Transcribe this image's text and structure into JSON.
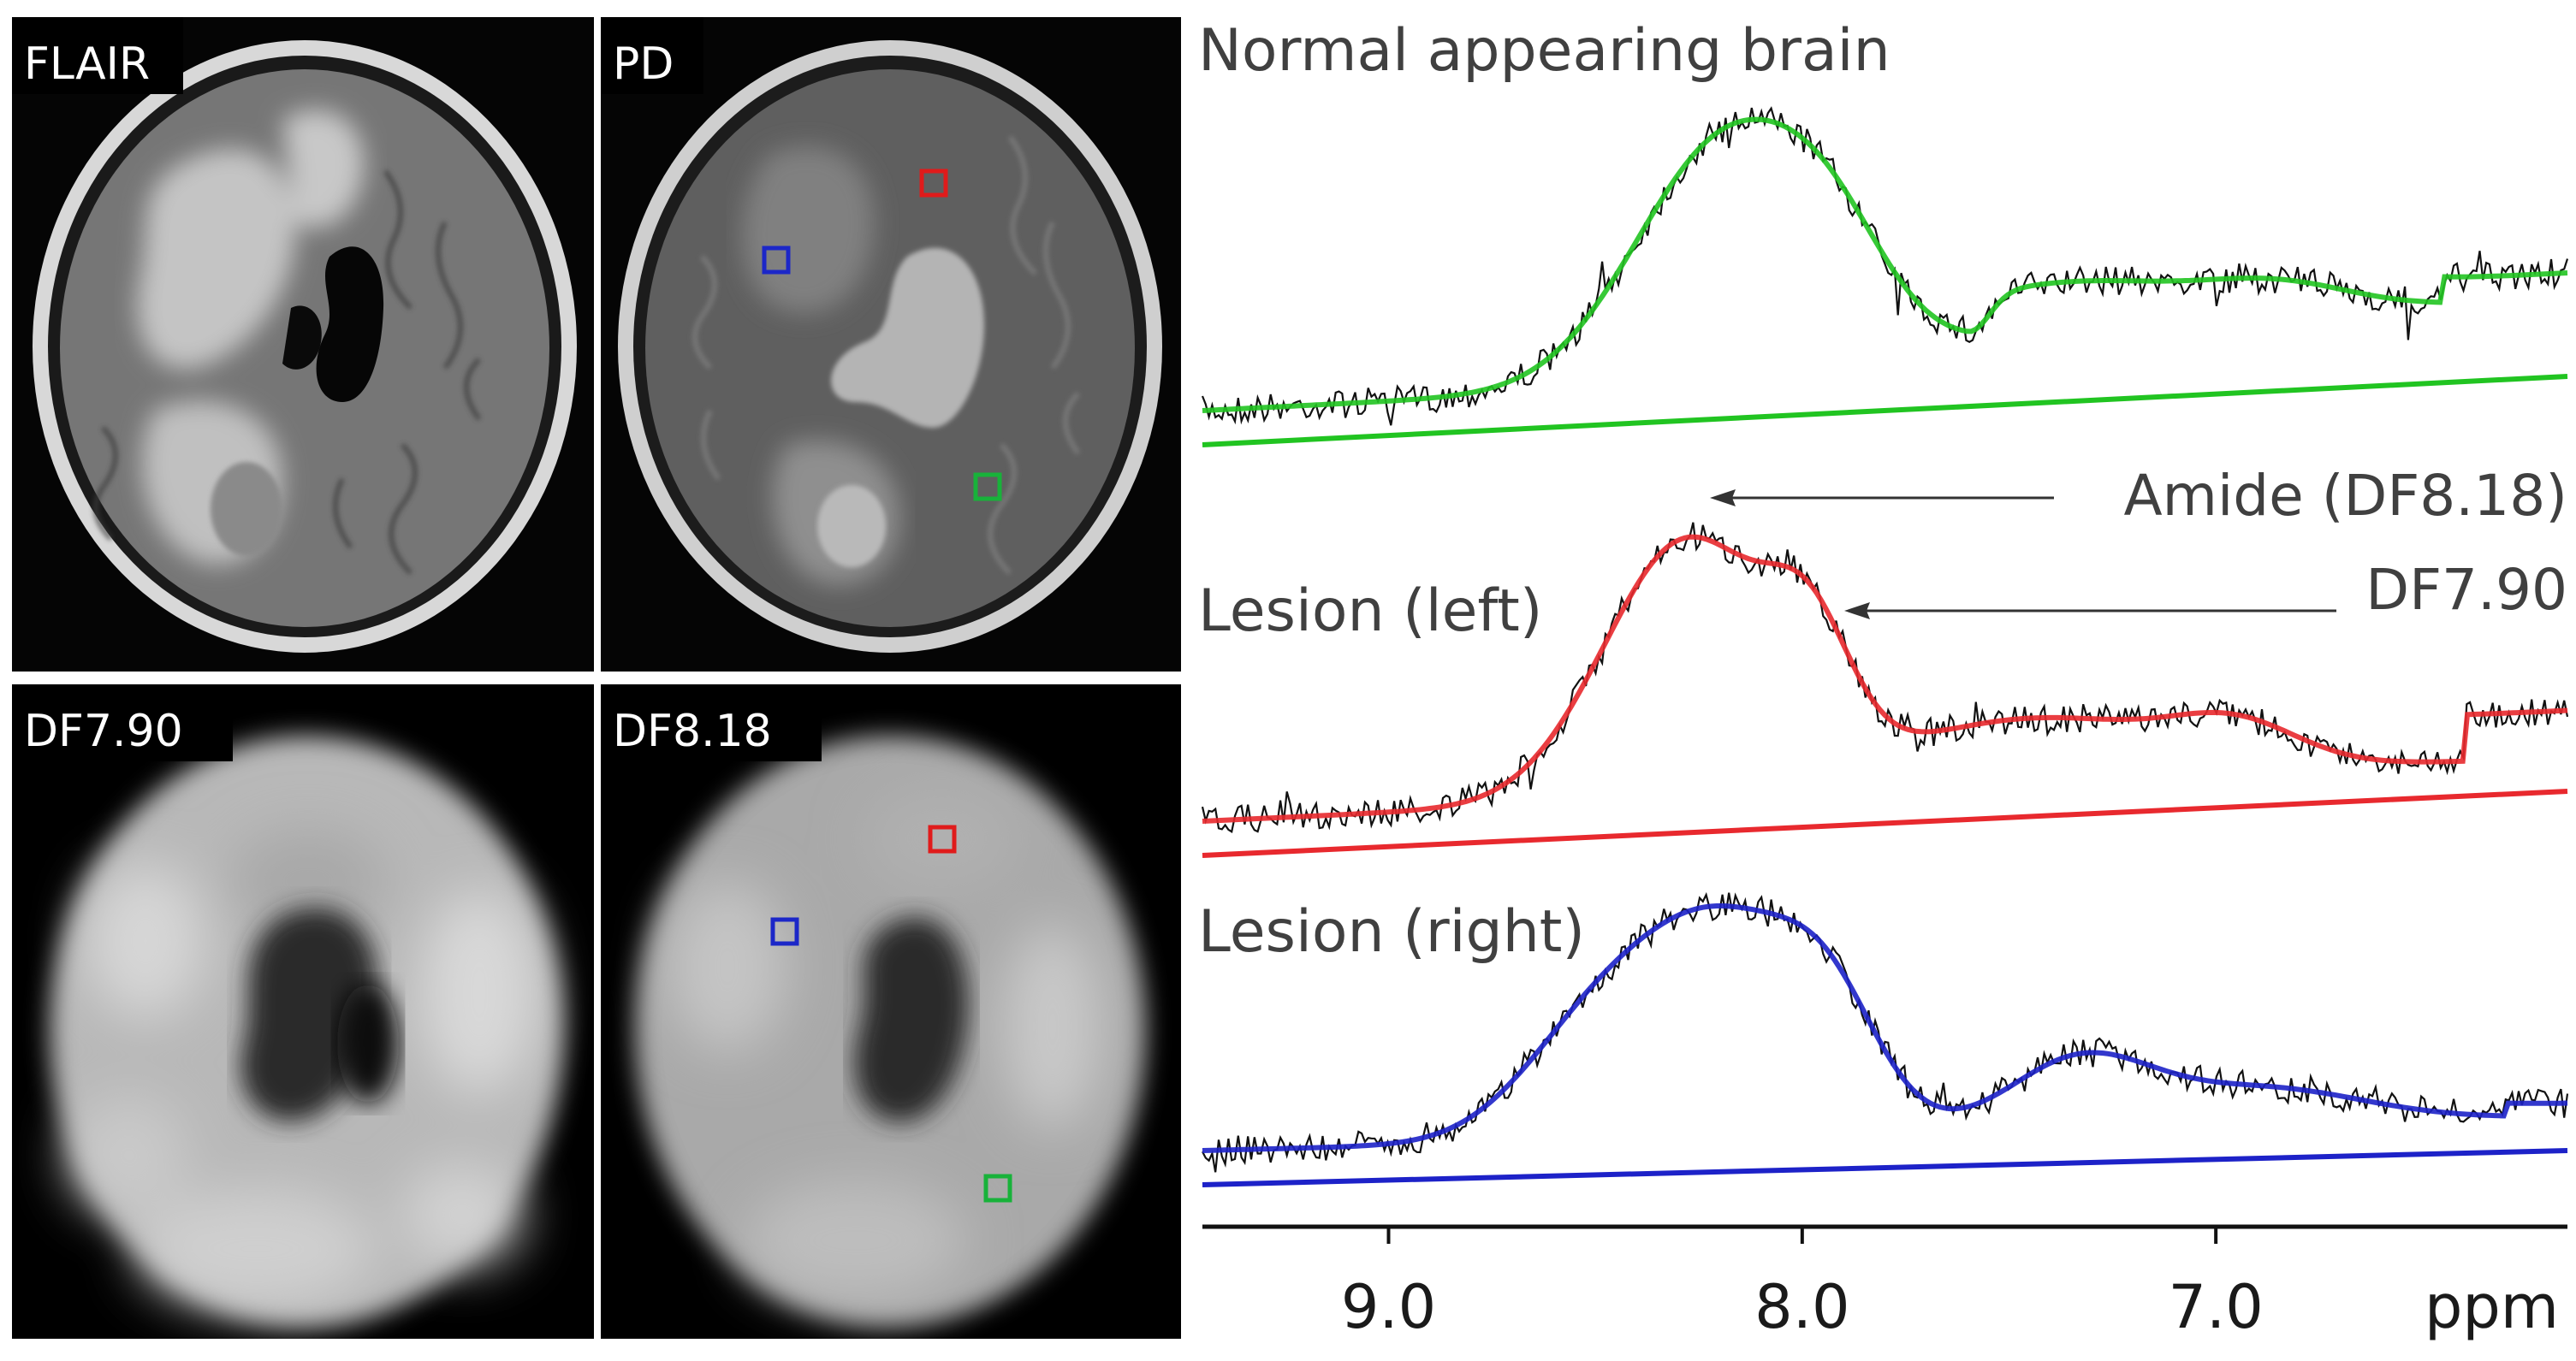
{
  "panels": {
    "flair": {
      "label": "FLAIR"
    },
    "pd": {
      "label": "PD"
    },
    "df790": {
      "label": "DF7.90"
    },
    "df818": {
      "label": "DF8.18"
    }
  },
  "roi_colors": {
    "red": "#e01b1b",
    "blue": "#1c27c8",
    "green": "#18b23a"
  },
  "spectra": {
    "normal": {
      "label": "Normal appearing brain",
      "color": "#21c421"
    },
    "left": {
      "label": "Lesion (left)",
      "color": "#e8292e"
    },
    "right": {
      "label": "Lesion (right)",
      "color": "#1d22c8"
    }
  },
  "annotations": {
    "amide": "Amide (DF8.18)",
    "df790": "DF7.90"
  },
  "axis": {
    "unit": "ppm",
    "ticks": [
      {
        "value": 9.0,
        "label": "9.0"
      },
      {
        "value": 8.0,
        "label": "8.0"
      },
      {
        "value": 7.0,
        "label": "7.0"
      }
    ],
    "range": [
      9.45,
      6.15
    ]
  }
}
